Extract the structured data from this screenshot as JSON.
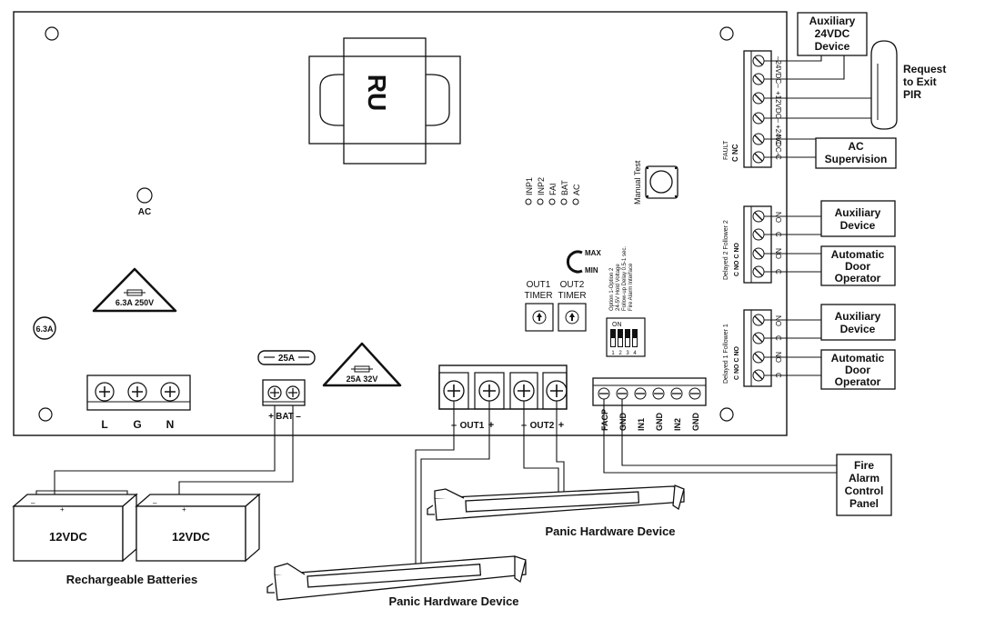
{
  "board": {
    "transformer_mark": "RU",
    "ac_led": "AC",
    "fuse_label": "6.3A",
    "fuse_rating": "6.3A 250V",
    "led_labels": [
      "INP1",
      "INP2",
      "FAI",
      "BAT",
      "AC"
    ],
    "manual_test": "Manual Test",
    "pot_max": "MAX",
    "pot_min": "MIN",
    "out1_timer": [
      "OUT1",
      "TIMER"
    ],
    "out2_timer": [
      "OUT2",
      "TIMER"
    ],
    "dip_info": [
      "Option 1-Option 2",
      "24-5V Hold Voltage",
      "Follow-up Delay 0.5-1 sec.",
      "Fire Alarm Interface"
    ],
    "dip_on": "ON",
    "dip_numbers": [
      "1",
      "2",
      "3",
      "4"
    ],
    "bat_fuse": "25A",
    "bat_fuse_rating": "25A 32V",
    "lgn": [
      "L",
      "G",
      "N"
    ],
    "bat_label": "BAT",
    "plus": "+",
    "minus": "–",
    "out1": "OUT1",
    "out2": "OUT2",
    "input_terms": [
      "FACP",
      "GND",
      "IN1",
      "GND",
      "IN2",
      "GND"
    ],
    "top_term_labels": [
      "–24VDC–",
      "+12VDC– +24VDC–",
      "NC",
      "C"
    ],
    "fault": [
      "FAULT",
      "C   NC"
    ],
    "relay2_label": "Delayed 2  Follower 2",
    "relay1_label": "Delayed 1  Follower 1",
    "relay_side": [
      "C  NO  C  NO"
    ],
    "relay_pins": [
      "NO",
      "C",
      "NO",
      "C"
    ]
  },
  "devices": {
    "aux24": [
      "Auxiliary",
      "24VDC",
      "Device"
    ],
    "pir": [
      "Request",
      "to Exit",
      "PIR"
    ],
    "ac_sup": [
      "AC",
      "Supervision"
    ],
    "aux1": [
      "Auxiliary",
      "Device"
    ],
    "door1": [
      "Automatic",
      "Door",
      "Operator"
    ],
    "aux2": [
      "Auxiliary",
      "Device"
    ],
    "door2": [
      "Automatic",
      "Door",
      "Operator"
    ],
    "facp": [
      "Fire",
      "Alarm",
      "Control",
      "Panel"
    ],
    "battery": "12VDC",
    "batteries_caption": "Rechargeable Batteries",
    "panic": "Panic Hardware Device"
  }
}
